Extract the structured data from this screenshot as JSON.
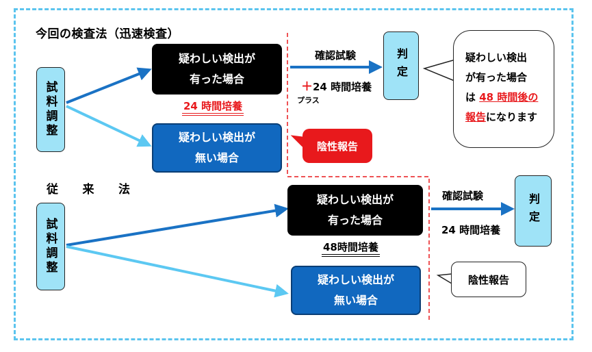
{
  "rapid": {
    "title": "今回の検査法（迅速検査）",
    "sample_label": "試料調整",
    "suspect_box": "疑わしい検出が\n有った場合",
    "incubation": "24 時間培養",
    "negative_box": "疑わしい検出が\n無い場合",
    "negative_report": "陰性報告",
    "confirm_test": "確認試験",
    "plus_sign": "＋",
    "plus_incubation": "24 時間培養",
    "plus_reading": "プラス",
    "judge": "判定",
    "callout_line1": "疑わしい検出",
    "callout_line2": "が有った場合",
    "callout_line3_pre": "は ",
    "callout_line3_red": "48 時間後の",
    "callout_line4_red": "報告",
    "callout_line4_post": "になります"
  },
  "conventional": {
    "title": "従　　来　　法",
    "sample_label": "試料調整",
    "suspect_box": "疑わしい検出が\n有った場合",
    "incubation": "48時間培養",
    "negative_box": "疑わしい検出が\n無い場合",
    "negative_report": "陰性報告",
    "confirm_test": "確認試験",
    "incubation_24": "24 時間培養",
    "judge": "判定"
  },
  "colors": {
    "frame": "#5bc4ee",
    "sample_fill": "#9fe3f7",
    "arrow_dark": "#1a72c4",
    "arrow_light": "#5cc8f2",
    "blue_box": "#1168bf",
    "red": "#e8191c"
  }
}
